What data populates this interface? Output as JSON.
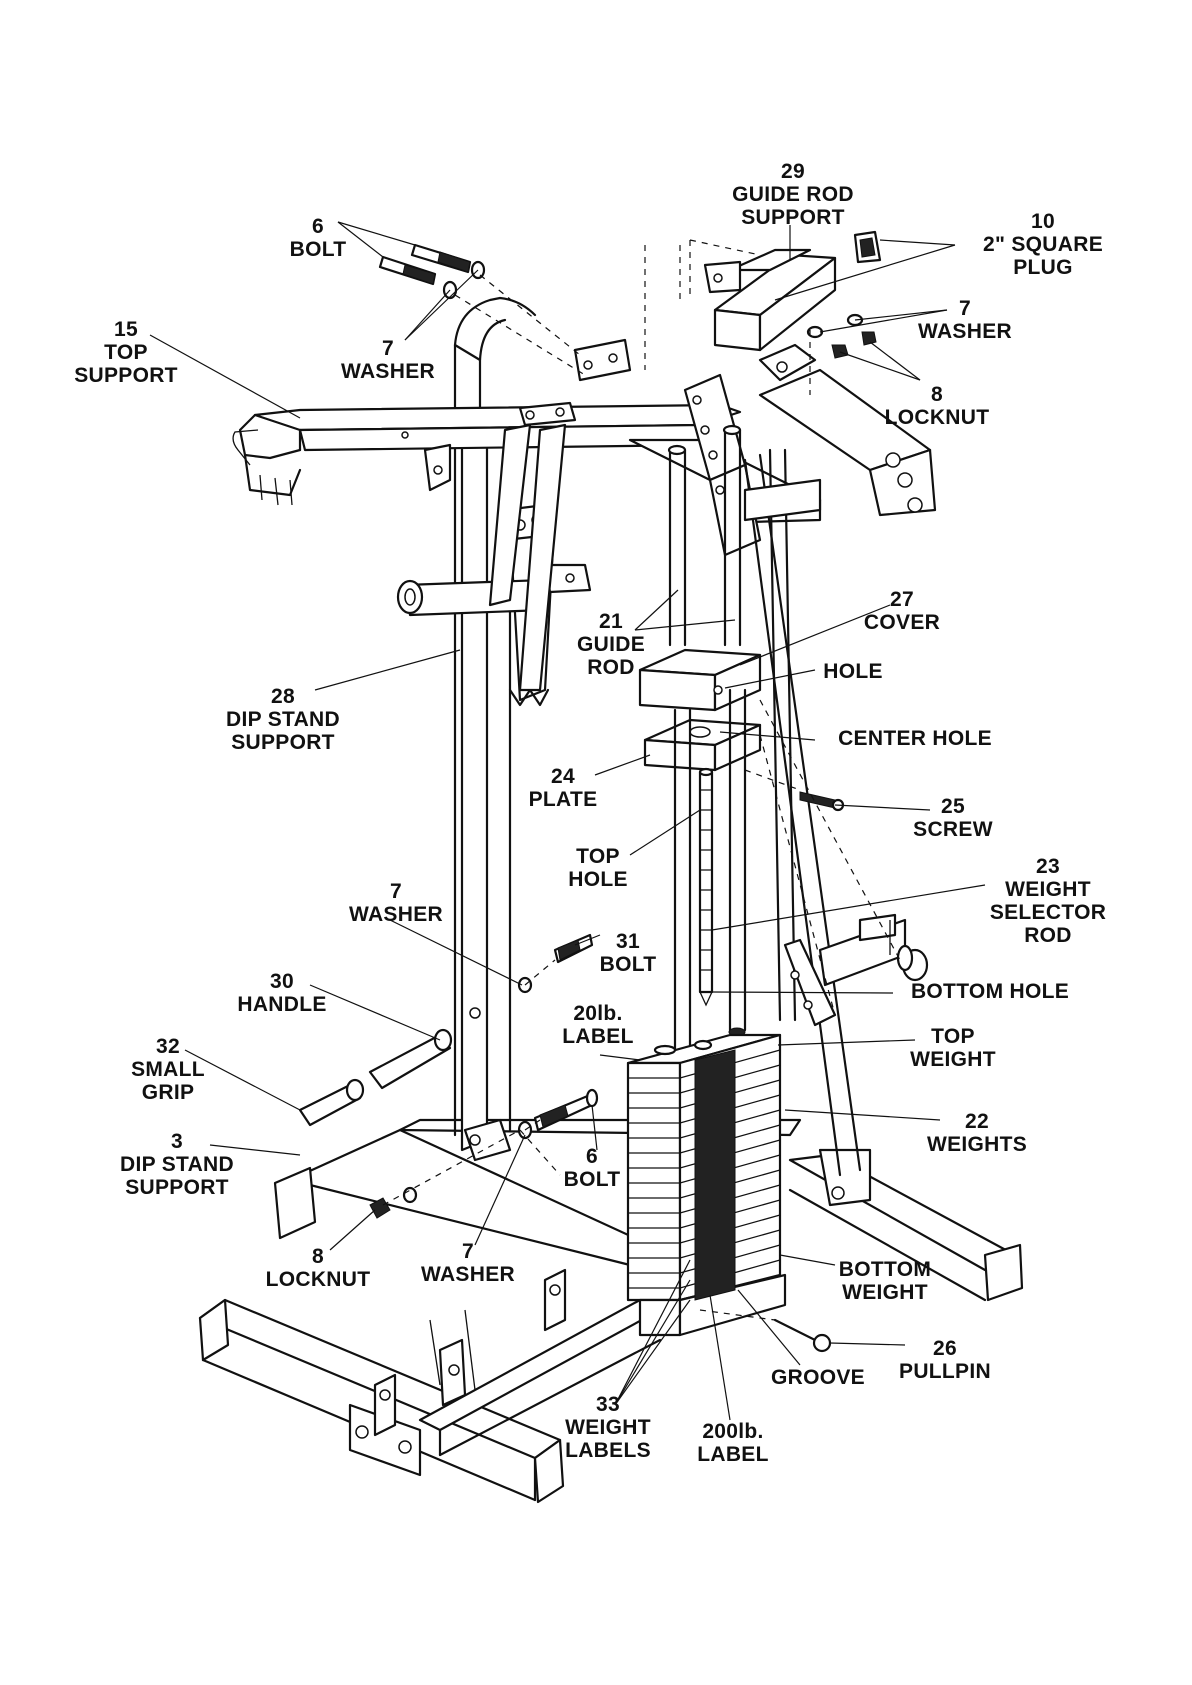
{
  "callouts": [
    {
      "id": "guide-rod-support",
      "number": "29",
      "lines": [
        "GUIDE ROD",
        "SUPPORT"
      ]
    },
    {
      "id": "square-plug",
      "number": "10",
      "lines": [
        "2\" SQUARE",
        "PLUG"
      ]
    },
    {
      "id": "bolt-top",
      "number": "6",
      "lines": [
        "BOLT"
      ]
    },
    {
      "id": "top-support",
      "number": "15",
      "lines": [
        "TOP",
        "SUPPORT"
      ]
    },
    {
      "id": "washer-top-left",
      "number": "7",
      "lines": [
        "WASHER"
      ]
    },
    {
      "id": "washer-top-right",
      "number": "7",
      "lines": [
        "WASHER"
      ]
    },
    {
      "id": "locknut-top",
      "number": "8",
      "lines": [
        "LOCKNUT"
      ]
    },
    {
      "id": "cover",
      "number": "27",
      "lines": [
        "COVER"
      ]
    },
    {
      "id": "guide-rod",
      "number": "21",
      "lines": [
        "GUIDE",
        "ROD"
      ]
    },
    {
      "id": "hole",
      "number": "",
      "lines": [
        "HOLE"
      ]
    },
    {
      "id": "dip-stand-support-upper",
      "number": "28",
      "lines": [
        "DIP STAND",
        "SUPPORT"
      ]
    },
    {
      "id": "center-hole",
      "number": "",
      "lines": [
        "CENTER HOLE"
      ]
    },
    {
      "id": "plate",
      "number": "24",
      "lines": [
        "PLATE"
      ]
    },
    {
      "id": "screw",
      "number": "25",
      "lines": [
        "SCREW"
      ]
    },
    {
      "id": "top-hole",
      "number": "",
      "lines": [
        "TOP",
        "HOLE"
      ]
    },
    {
      "id": "weight-selector-rod",
      "number": "23",
      "lines": [
        "WEIGHT",
        "SELECTOR",
        "ROD"
      ]
    },
    {
      "id": "washer-mid",
      "number": "7",
      "lines": [
        "WASHER"
      ]
    },
    {
      "id": "bolt-mid",
      "number": "31",
      "lines": [
        "BOLT"
      ]
    },
    {
      "id": "handle",
      "number": "30",
      "lines": [
        "HANDLE"
      ]
    },
    {
      "id": "label-20lb",
      "number": "",
      "lines": [
        "20lb.",
        "LABEL"
      ]
    },
    {
      "id": "bottom-hole",
      "number": "",
      "lines": [
        "BOTTOM HOLE"
      ]
    },
    {
      "id": "small-grip",
      "number": "32",
      "lines": [
        "SMALL",
        "GRIP"
      ]
    },
    {
      "id": "top-weight",
      "number": "",
      "lines": [
        "TOP",
        "WEIGHT"
      ]
    },
    {
      "id": "weights",
      "number": "22",
      "lines": [
        "WEIGHTS"
      ]
    },
    {
      "id": "bolt-lower",
      "number": "6",
      "lines": [
        "BOLT"
      ]
    },
    {
      "id": "dip-stand-support-lower",
      "number": "3",
      "lines": [
        "DIP STAND",
        "SUPPORT"
      ]
    },
    {
      "id": "locknut-lower",
      "number": "8",
      "lines": [
        "LOCKNUT"
      ]
    },
    {
      "id": "washer-lower",
      "number": "7",
      "lines": [
        "WASHER"
      ]
    },
    {
      "id": "bottom-weight",
      "number": "",
      "lines": [
        "BOTTOM",
        "WEIGHT"
      ]
    },
    {
      "id": "pullpin",
      "number": "26",
      "lines": [
        "PULLPIN"
      ]
    },
    {
      "id": "groove",
      "number": "",
      "lines": [
        "GROOVE"
      ]
    },
    {
      "id": "weight-labels",
      "number": "33",
      "lines": [
        "WEIGHT",
        "LABELS"
      ]
    },
    {
      "id": "label-200lb",
      "number": "",
      "lines": [
        "200lb.",
        "LABEL"
      ]
    }
  ]
}
